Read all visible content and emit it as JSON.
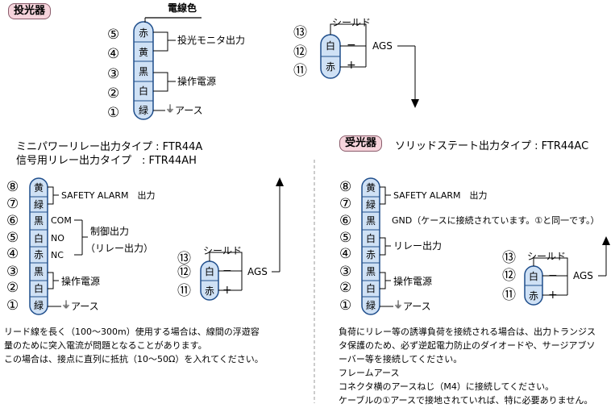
{
  "emitter": {
    "tag": "投光器",
    "wire_color_header": "電線色",
    "rows": [
      {
        "num": "⑤",
        "color": "赤"
      },
      {
        "num": "④",
        "color": "黄"
      },
      {
        "num": "③",
        "color": "黒"
      },
      {
        "num": "②",
        "color": "白"
      },
      {
        "num": "①",
        "color": "緑"
      }
    ],
    "label_output": "投光モニタ出力",
    "label_power": "操作電源",
    "label_earth": "アース",
    "shield": {
      "rows": [
        {
          "num": "⑬",
          "color": ""
        },
        {
          "num": "⑫",
          "color": "白",
          "sign": "−"
        },
        {
          "num": "⑪",
          "color": "赤",
          "sign": "+"
        }
      ],
      "label": "シールド",
      "ags": "AGS"
    }
  },
  "relay_left": {
    "title1": "ミニパワーリレー出力タイプ : FTR44A",
    "title2": "信号用リレー出力タイプ　: FTR44AH",
    "rows": [
      {
        "num": "⑧",
        "color": "黄",
        "pin": ""
      },
      {
        "num": "⑦",
        "color": "緑",
        "pin": ""
      },
      {
        "num": "⑥",
        "color": "黒",
        "pin": "COM"
      },
      {
        "num": "⑤",
        "color": "白",
        "pin": "NO"
      },
      {
        "num": "④",
        "color": "赤",
        "pin": "NC"
      },
      {
        "num": "③",
        "color": "黒",
        "pin": ""
      },
      {
        "num": "②",
        "color": "白",
        "pin": ""
      },
      {
        "num": "①",
        "color": "緑",
        "pin": ""
      }
    ],
    "label_safety": "SAFETY ALARM　出力",
    "label_control": "制御出力",
    "label_relay_paren": "（リレー出力）",
    "label_power": "操作電源",
    "label_earth": "アース",
    "shield": {
      "rows": [
        {
          "num": "⑬",
          "color": ""
        },
        {
          "num": "⑫",
          "color": "白",
          "sign": "−"
        },
        {
          "num": "⑪",
          "color": "赤",
          "sign": "+"
        }
      ],
      "label": "シールド",
      "ags": "AGS"
    },
    "note": [
      "リード線を長く（100〜300m）使用する場合は、線間の浮遊容",
      "量のために突入電流が問題となることがあります。",
      "この場合は、接点に直列に抵抗（10〜50Ω）を入れてください。"
    ]
  },
  "receiver": {
    "tag": "受光器",
    "title": "ソリッドステート出力タイプ : FTR44AC",
    "rows": [
      {
        "num": "⑧",
        "color": "黄"
      },
      {
        "num": "⑦",
        "color": "緑"
      },
      {
        "num": "⑥",
        "color": "黒"
      },
      {
        "num": "⑤",
        "color": "白"
      },
      {
        "num": "④",
        "color": "赤"
      },
      {
        "num": "③",
        "color": "黒"
      },
      {
        "num": "②",
        "color": "白"
      },
      {
        "num": "①",
        "color": "緑"
      }
    ],
    "label_safety": "SAFETY ALARM　出力",
    "label_gnd": "GND（ケースに接続されています。①と同一です。）",
    "label_relay": "リレー出力",
    "label_power": "操作電源",
    "label_earth": "アース",
    "shield": {
      "rows": [
        {
          "num": "⑬",
          "color": ""
        },
        {
          "num": "⑫",
          "color": "白",
          "sign": "−"
        },
        {
          "num": "⑪",
          "color": "赤",
          "sign": "+"
        }
      ],
      "label": "シールド",
      "ags": "AGS"
    },
    "note": [
      "負荷にリレー等の誘導負荷を接続される場合は、出力トランジス",
      "タ保護のため、必ず逆起電力防止のダイオードや、サージアブソ",
      "ーバー等を接続してください。",
      "フレームアース",
      "コネクタ横のアースねじ（M4）に接続してください。",
      "ケーブルの①アースで接地されていれば、特に必要ありません。"
    ]
  },
  "colors": {
    "pill_fill": "#cfe1f5",
    "pill_stroke": "#1f4e8c",
    "tag_fill": "#f6d4dc",
    "line": "#000000",
    "divider": "#9a9a9a"
  }
}
